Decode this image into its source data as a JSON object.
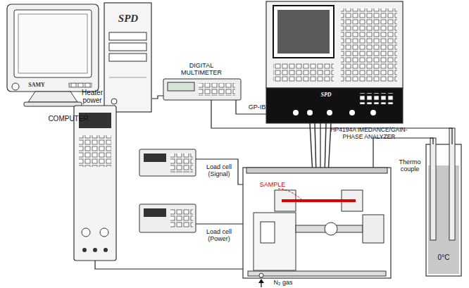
{
  "diagram": {
    "nodes": [
      {
        "text": [
          "SAMY",
          "SPD",
          "COMPUTER"
        ]
      },
      {
        "text": [
          "DIGITAL MULTIMETER"
        ]
      },
      {
        "text": [
          "SPD",
          "HP4194A IMEDANCE/GAIN-PHASE ANALYZER"
        ]
      },
      {
        "text": [
          "Heater power"
        ]
      },
      {
        "text": [
          "Load cell (Signal)"
        ]
      },
      {
        "text": [
          "Load cell (Power)"
        ]
      },
      {
        "text": [
          "SAMPLE"
        ]
      },
      {
        "text": [
          "0°C"
        ]
      }
    ],
    "edges": [
      {
        "from": 0,
        "to": 1,
        "arrow": "none"
      },
      {
        "from": 1,
        "to": 2,
        "arrow": "none"
      },
      {
        "from": 1,
        "to": 7,
        "arrow": "none"
      },
      {
        "from": 2,
        "to": 6,
        "arrow": "none"
      },
      {
        "from": 3,
        "to": 6,
        "arrow": "none"
      },
      {
        "from": 4,
        "to": 6,
        "arrow": "none"
      },
      {
        "from": 5,
        "to": 6,
        "arrow": "none"
      },
      {
        "from": 6,
        "to": 7,
        "arrow": "none"
      }
    ],
    "labels": [
      "GP-IB",
      "Thermo couple",
      "N₂ gas"
    ]
  }
}
